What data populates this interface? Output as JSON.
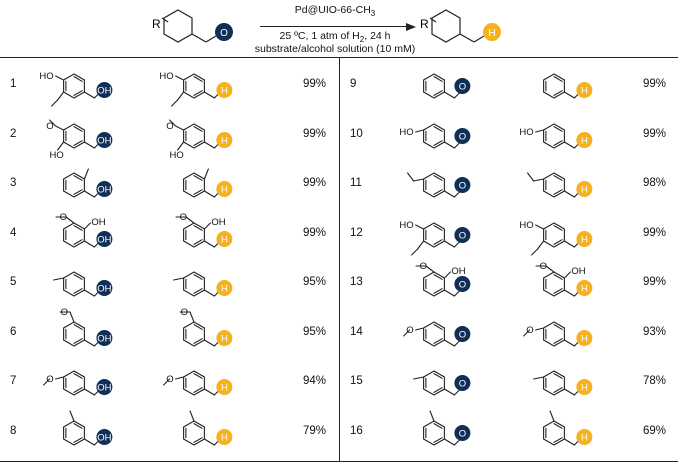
{
  "header": {
    "catalyst": "Pd@UIO-66-CH",
    "catalyst_sub": "3",
    "conditions": "25 ºC, 1 atm of H",
    "conditions_sub": "2",
    "conditions_tail": ", 24 h",
    "solution": "substrate/alcohol solution (10 mM)",
    "r_label": "R",
    "substrate_group": "O",
    "product_group": "H"
  },
  "colors": {
    "substrate_circle": "#0f2f57",
    "product_circle": "#f5b21e",
    "line": "#222222"
  },
  "left_entries": [
    {
      "entry": "1",
      "yield": "99%",
      "mol": "vanillyl_4OH_3OMe",
      "group": "OH"
    },
    {
      "entry": "2",
      "yield": "99%",
      "mol": "syringyl_like",
      "group": "OH"
    },
    {
      "entry": "3",
      "yield": "99%",
      "mol": "ortho_methyl",
      "group": "OH"
    },
    {
      "entry": "4",
      "yield": "99%",
      "mol": "ortho_OH_OMe",
      "group": "OH"
    },
    {
      "entry": "5",
      "yield": "95%",
      "mol": "para_methyl",
      "group": "OH"
    },
    {
      "entry": "6",
      "yield": "95%",
      "mol": "meta_methoxy",
      "group": "OH"
    },
    {
      "entry": "7",
      "yield": "94%",
      "mol": "para_methoxy",
      "group": "OH"
    },
    {
      "entry": "8",
      "yield": "79%",
      "mol": "meta_methyl",
      "group": "OH"
    }
  ],
  "right_entries": [
    {
      "entry": "9",
      "yield": "99%",
      "mol": "plain",
      "group": "O"
    },
    {
      "entry": "10",
      "yield": "99%",
      "mol": "para_hydroxy",
      "group": "O"
    },
    {
      "entry": "11",
      "yield": "98%",
      "mol": "para_ethyl",
      "group": "O"
    },
    {
      "entry": "12",
      "yield": "99%",
      "mol": "vanillyl_4OH_3OMe",
      "group": "O"
    },
    {
      "entry": "13",
      "yield": "99%",
      "mol": "ortho_OH_OMe",
      "group": "O"
    },
    {
      "entry": "14",
      "yield": "93%",
      "mol": "para_methoxy",
      "group": "O"
    },
    {
      "entry": "15",
      "yield": "78%",
      "mol": "para_methyl",
      "group": "O"
    },
    {
      "entry": "16",
      "yield": "69%",
      "mol": "meta_methyl",
      "group": "O"
    }
  ],
  "atom_labels": {
    "hydroxy": "HO",
    "hydroxy_right": "OH",
    "methoxy_o": "O"
  }
}
